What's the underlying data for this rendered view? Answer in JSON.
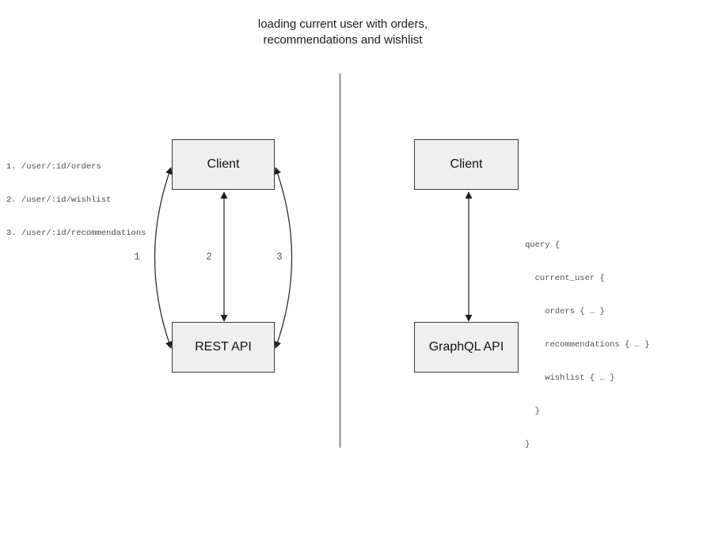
{
  "title": {
    "line1": "loading current user with orders,",
    "line2": "recommendations and wishlist"
  },
  "left_panel": {
    "client_label": "Client",
    "api_label": "REST API",
    "endpoints": [
      "1. /user/:id/orders",
      "2. /user/:id/wishlist",
      "3. /user/:id/recommendations"
    ],
    "arrow_labels": [
      "1",
      "2",
      "3"
    ]
  },
  "right_panel": {
    "client_label": "Client",
    "api_label": "GraphQL API",
    "query_lines": [
      "query {",
      "  current_user {",
      "    orders { … }",
      "    recommendations { … }",
      "    wishlist { … }",
      "  }",
      "}"
    ]
  },
  "colors": {
    "background": "#ffffff",
    "box_fill": "#efefef",
    "box_border": "#3a3a3a",
    "arrow": "#1f1f1f",
    "muted_text": "#4a4a4a",
    "divider": "#6e6e6e"
  }
}
